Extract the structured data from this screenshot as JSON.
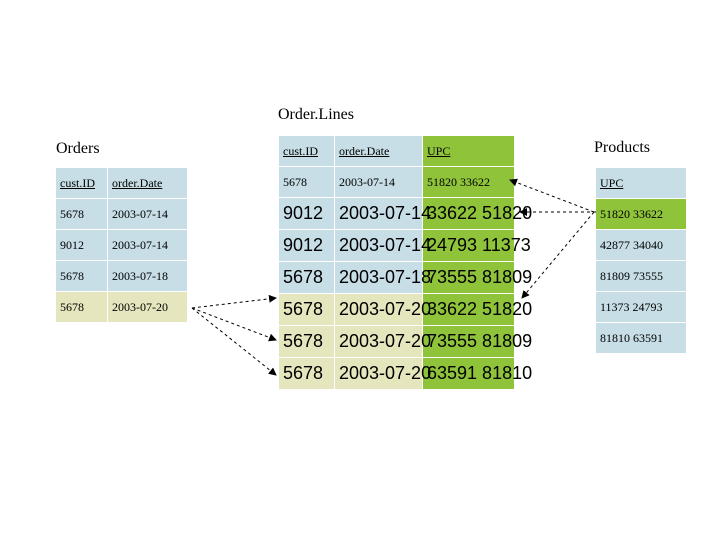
{
  "title": "Order.Lines",
  "orders": {
    "label": "Orders",
    "headers": [
      "cust.ID",
      "order.Date"
    ],
    "rows": [
      [
        "5678",
        "2003-07-14"
      ],
      [
        "9012",
        "2003-07-14"
      ],
      [
        "5678",
        "2003-07-18"
      ],
      [
        "5678",
        "2003-07-20"
      ]
    ]
  },
  "orderlines": {
    "headers": [
      "cust.ID",
      "order.Date",
      "UPC"
    ],
    "rows": [
      [
        "5678",
        "2003-07-14",
        "51820 33622"
      ],
      [
        "9012",
        "2003-07-14",
        "33622 51820"
      ],
      [
        "9012",
        "2003-07-14",
        "24793 11373"
      ],
      [
        "5678",
        "2003-07-18",
        "73555 81809"
      ],
      [
        "5678",
        "2003-07-20",
        "33622 51820"
      ],
      [
        "5678",
        "2003-07-20",
        "73555 81809"
      ],
      [
        "5678",
        "2003-07-20",
        "63591 81810"
      ]
    ]
  },
  "products": {
    "label": "Products",
    "headers": [
      "UPC"
    ],
    "rows": [
      [
        "51820 33622"
      ],
      [
        "42877 34040"
      ],
      [
        "81809 73555"
      ],
      [
        "11373 24793"
      ],
      [
        "81810 63591"
      ]
    ]
  },
  "colors": {
    "cell_blue": "#c7dee6",
    "cell_yellow": "#e6e6be",
    "highlight_green": "#8fc43a"
  }
}
